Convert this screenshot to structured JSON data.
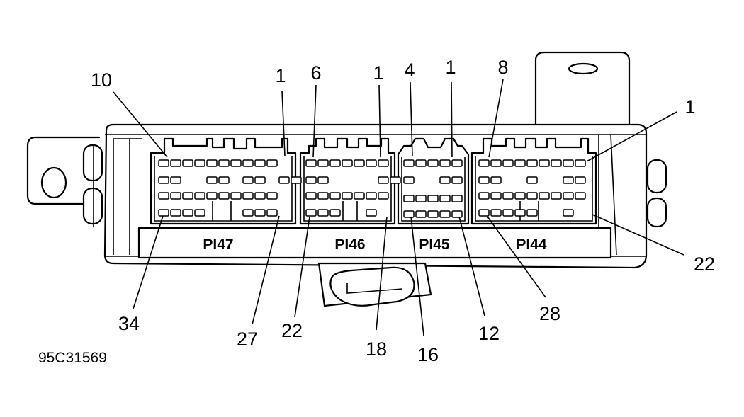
{
  "figure": {
    "id": "95C31569"
  },
  "connectors": [
    {
      "name": "PI47",
      "label": "PI47"
    },
    {
      "name": "PI46",
      "label": "PI46"
    },
    {
      "name": "PI45",
      "label": "PI45"
    },
    {
      "name": "PI44",
      "label": "PI44"
    }
  ],
  "callouts": {
    "pi47_pin10": "10",
    "pi47_pin1": "1",
    "pi46_pin6": "6",
    "pi46_pin1": "1",
    "pi45_pin4": "4",
    "pi45_pin1": "1",
    "pi44_pin8": "8",
    "pi44_pin1": "1",
    "pi44_pin22": "22",
    "pi47_pin34": "34",
    "pi47_pin27": "27",
    "pi46_pin22": "22",
    "pi46_pin18": "18",
    "pi45_pin16": "16",
    "pi45_pin12": "12",
    "pi44_pin28": "28"
  }
}
